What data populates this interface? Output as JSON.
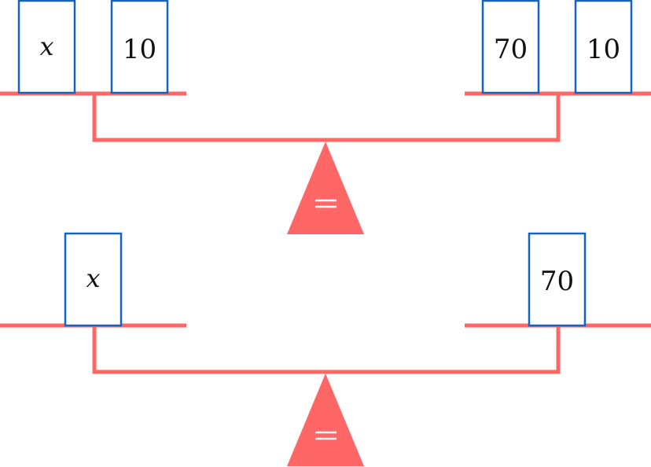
{
  "colors": {
    "balance": "#ff6666",
    "box_border": "#1565c0"
  },
  "scales": [
    {
      "left_pan": [
        "x",
        "10"
      ],
      "right_pan": [
        "70",
        "10"
      ],
      "fulcrum_symbol": "="
    },
    {
      "left_pan": [
        "x"
      ],
      "right_pan": [
        "70"
      ],
      "fulcrum_symbol": "="
    }
  ]
}
